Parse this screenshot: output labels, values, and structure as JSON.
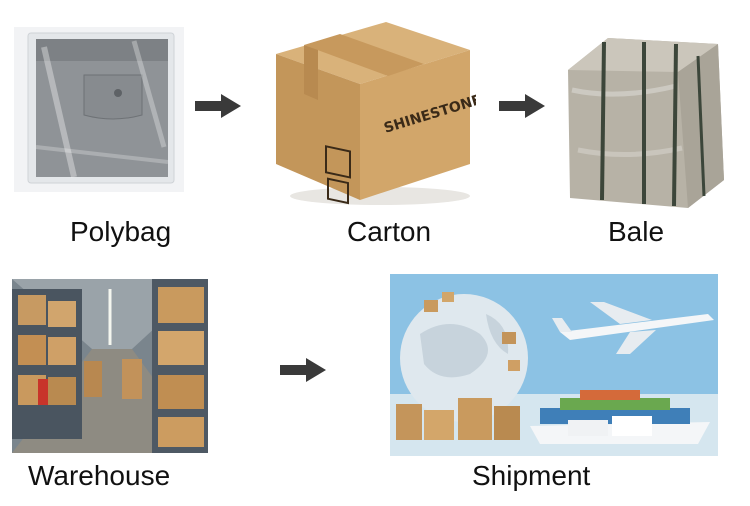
{
  "stages": {
    "polybag": {
      "label": "Polybag"
    },
    "carton": {
      "label": "Carton",
      "brand_text": "SHINESTONE"
    },
    "bale": {
      "label": "Bale"
    },
    "warehouse": {
      "label": "Warehouse"
    },
    "shipment": {
      "label": "Shipment"
    }
  },
  "arrows": [
    {
      "from": "Polybag",
      "to": "Carton",
      "icon": "arrow-right-icon"
    },
    {
      "from": "Carton",
      "to": "Bale",
      "icon": "arrow-right-icon"
    },
    {
      "from": "Warehouse",
      "to": "Shipment",
      "icon": "arrow-right-icon"
    }
  ],
  "colors": {
    "arrow": "#3a3a3a",
    "label_text": "#111111",
    "carton": "#c99c5c",
    "sky": "#8cc2e4"
  }
}
